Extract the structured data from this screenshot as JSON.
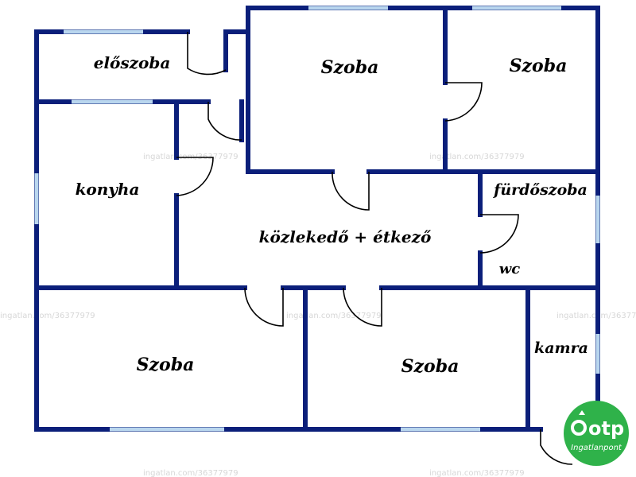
{
  "colors": {
    "wall": "#0b1f7a",
    "window": "#b9d6ee",
    "door": "#000000",
    "logo": "#2fb24a",
    "watermark": "#d7d7d7"
  },
  "rooms": {
    "eloszoba": "előszoba",
    "szoba_top_mid": "Szoba",
    "szoba_top_right": "Szoba",
    "konyha": "konyha",
    "furdoszoba": "fürdőszoba",
    "kozlekedo": "közlekedő + étkező",
    "wc": "wc",
    "szoba_bottom_left": "Szoba",
    "szoba_bottom_mid": "Szoba",
    "kamra": "kamra"
  },
  "watermark": {
    "text": "ingatlan.com/36377979"
  },
  "logo": {
    "brand": "otp",
    "sub": "Ingatlanpont",
    "icon": "otp-logo-icon"
  }
}
